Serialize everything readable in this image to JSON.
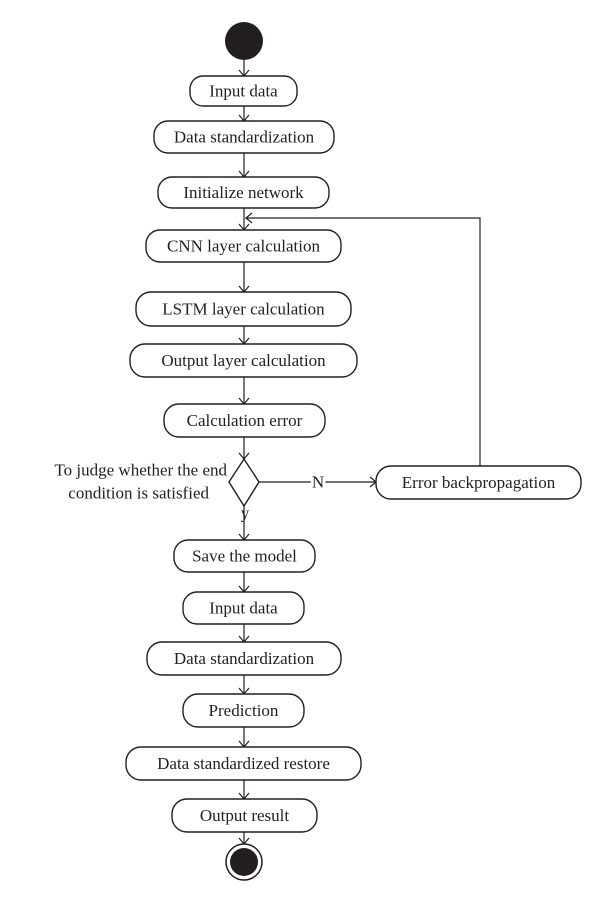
{
  "flow": {
    "steps": [
      "Input data",
      "Data standardization",
      "Initialize network",
      "CNN layer calculation",
      "LSTM layer calculation",
      "Output layer calculation",
      "Calculation error",
      "Save the model",
      "Input data",
      "Data standardization",
      "Prediction",
      "Data standardized restore",
      "Output result"
    ],
    "decision": {
      "label_line1": "To judge whether the end",
      "label_line2": "condition is satisfied",
      "yes_label": "y",
      "no_label": "N"
    },
    "feedback_step": "Error backpropagation"
  }
}
